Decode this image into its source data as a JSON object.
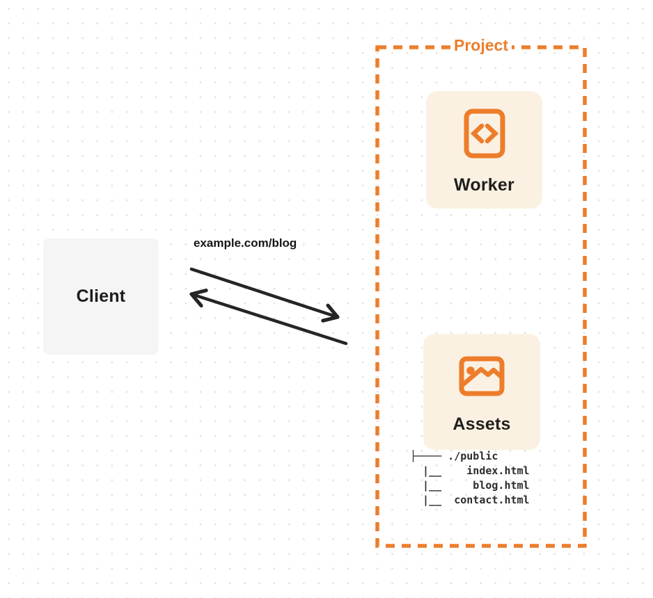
{
  "client": {
    "label": "Client"
  },
  "request": {
    "label": "example.com/blog"
  },
  "project": {
    "label": "Project",
    "worker": {
      "label": "Worker",
      "icon": "code-brackets-icon"
    },
    "assets": {
      "label": "Assets",
      "icon": "image-icon",
      "file_tree": "├──── ./public\n  |__    index.html\n  |__     blog.html\n  |__  contact.html"
    }
  },
  "colors": {
    "accent_orange": "#ed7d2b",
    "card_cream": "#fbf1e3",
    "client_gray": "#f5f5f6",
    "arrow_dark": "#252525",
    "text_dark": "#1e1d1b",
    "grid_dot": "#e2e2e2"
  }
}
